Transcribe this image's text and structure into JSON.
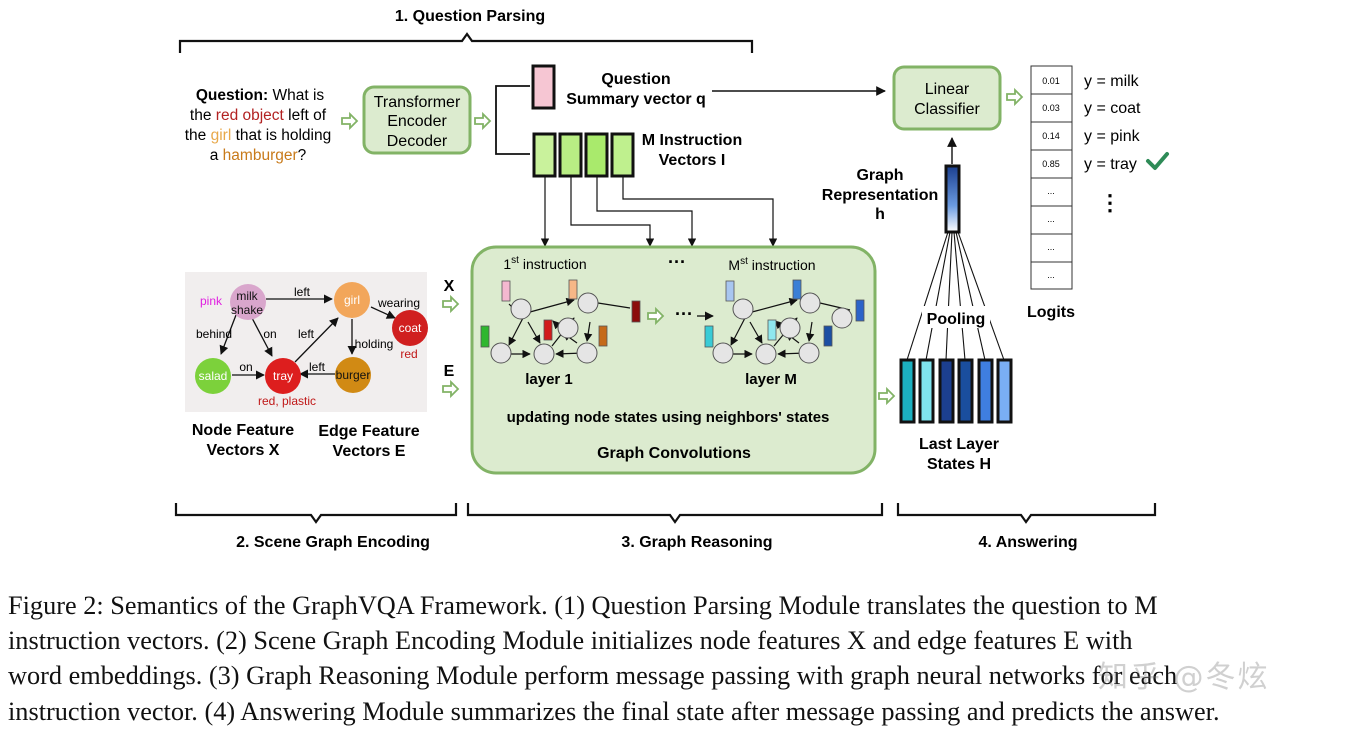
{
  "sections": {
    "question_parsing": "1. Question Parsing",
    "scene_graph_encoding": "2. Scene Graph Encoding",
    "graph_reasoning": "3. Graph Reasoning",
    "answering": "4. Answering"
  },
  "question": {
    "label": "Question:",
    "part1": " What is",
    "part2": "the",
    "red_object": "red object",
    "part3": " left of",
    "part4": "the",
    "girl": "girl",
    "part5": " that is holding",
    "part6": "a",
    "hamburger": "hamburger",
    "part7": "?"
  },
  "encoder": {
    "line1": "Transformer",
    "line2": "Encoder",
    "line3": "Decoder"
  },
  "summary_vector": {
    "line1": "Question",
    "line2": "Summary vector q"
  },
  "instruction_vectors": {
    "line1": "M Instruction",
    "line2": "Vectors I"
  },
  "scene_graph": {
    "nodes": {
      "milkshake1": "milk",
      "milkshake2": "shake",
      "girl": "girl",
      "coat": "coat",
      "salad": "salad",
      "tray": "tray",
      "burger": "burger"
    },
    "attributes": {
      "pink": "pink",
      "red": "red",
      "red_plastic": "red, plastic"
    },
    "edges": {
      "left1": "left",
      "behind": "behind",
      "on1": "on",
      "left2": "left",
      "wearing": "wearing",
      "holding": "holding",
      "on2": "on",
      "left3": "left"
    }
  },
  "node_feature": {
    "line1": "Node Feature",
    "line2": "Vectors X"
  },
  "edge_feature": {
    "line1": "Edge Feature",
    "line2": "Vectors E"
  },
  "x_label": "X",
  "e_label": "E",
  "graph_conv": {
    "first_instr_sup": "st",
    "first_instr_pre": "1",
    "first_instr_post": " instruction",
    "mst_pre": "M",
    "mst_sup": "st",
    "mst_post": " instruction",
    "dots_top": "···",
    "dots_mid": "···",
    "layer1": "layer 1",
    "layerM": "layer M",
    "updating": "updating node states using neighbors' states",
    "title": "Graph Convolutions"
  },
  "pooling": "Pooling",
  "last_layer": {
    "line1": "Last Layer",
    "line2": "States H"
  },
  "graph_repr": {
    "line1": "Graph",
    "line2": "Representation",
    "line3": "h"
  },
  "classifier": {
    "line1": "Linear",
    "line2": "Classifier"
  },
  "logits": {
    "label": "Logits",
    "values": [
      "0.01",
      "0.03",
      "0.14",
      "0.85",
      "...",
      "...",
      "...",
      "..."
    ],
    "answers": [
      "y = milk",
      "y = coat",
      "y = pink",
      "y = tray"
    ],
    "vdots": "⋮"
  },
  "caption": {
    "line1": "Figure 2: Semantics of the GraphVQA Framework. (1) Question Parsing Module translates the question to M",
    "line2": "instruction vectors. (2) Scene Graph Encoding Module initializes node features X and edge features E with",
    "line3": "word embeddings. (3) Graph Reasoning Module perform message passing with graph neural networks for each",
    "line4": "instruction vector. (4) Answering Module summarizes the final state after message passing and predicts the answer."
  },
  "watermark": "知乎 @冬炫",
  "colors": {
    "green_box_fill": "#dcebcf",
    "green_box_stroke": "#82b366",
    "question_red": "#b22222",
    "girl_orange": "#e8a84a",
    "hamburger_orange": "#c87a1a",
    "checkmark": "#2e8b57"
  }
}
